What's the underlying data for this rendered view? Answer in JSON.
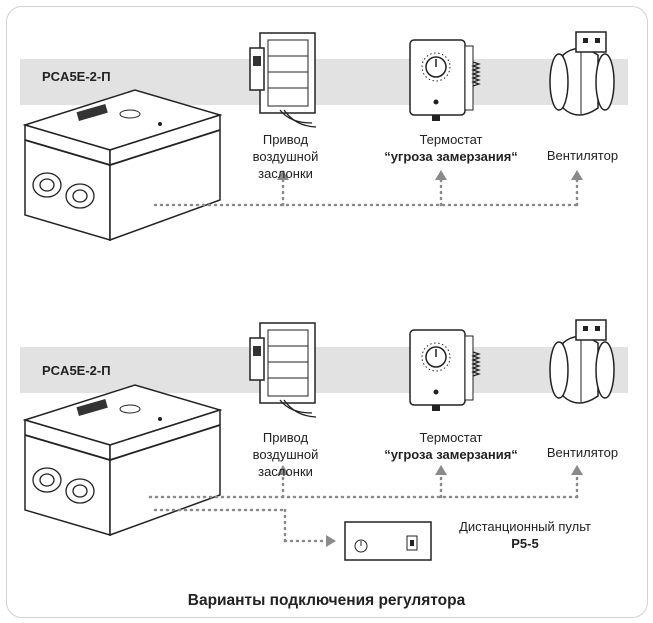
{
  "diagram": {
    "caption": "Варианты подключения регулятора",
    "colors": {
      "band": "#e2e2e2",
      "line": "#8a8a8a",
      "outline": "#222222"
    },
    "variants": [
      {
        "controller_model": "PCA5E-2-П",
        "devices": [
          {
            "line1": "Привод",
            "line2": "воздушной заслонки",
            "icon": "damper-actuator-icon"
          },
          {
            "line1": "Термостат",
            "line2": "“угроза замерзания“",
            "icon": "frost-thermostat-icon"
          },
          {
            "line1": "Вентилятор",
            "line2": "",
            "icon": "duct-fan-icon"
          }
        ]
      },
      {
        "controller_model": "PCA5E-2-П",
        "devices": [
          {
            "line1": "Привод",
            "line2": "воздушной заслонки",
            "icon": "damper-actuator-icon"
          },
          {
            "line1": "Термостат",
            "line2": "“угроза замерзания“",
            "icon": "frost-thermostat-icon"
          },
          {
            "line1": "Вентилятор",
            "line2": "",
            "icon": "duct-fan-icon"
          }
        ],
        "remote": {
          "line1": "Дистанционный пульт",
          "line2": "P5-5",
          "icon": "remote-panel-icon"
        }
      }
    ]
  }
}
